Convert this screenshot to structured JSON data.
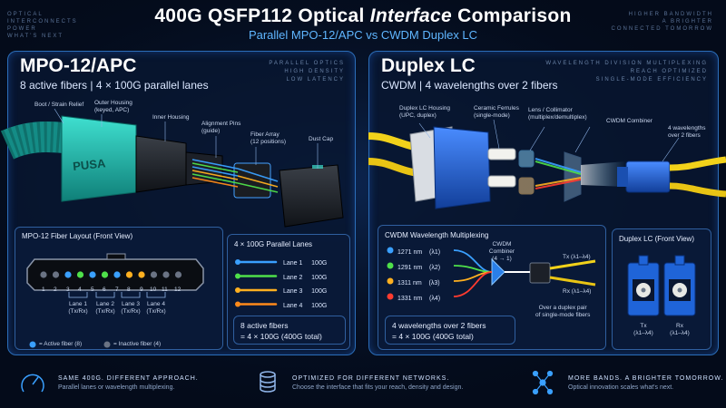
{
  "header": {
    "title_pre": "400G QSFP112 Optical ",
    "title_em": "Interface",
    "title_post": " Comparison",
    "subtitle": "Parallel MPO-12/APC vs CWDM Duplex LC",
    "corner_left": [
      "OPTICAL",
      "INTERCONNECTS",
      "POWER",
      "WHAT'S NEXT"
    ],
    "corner_right": [
      "HIGHER BANDWIDTH",
      "A BRIGHTER",
      "CONNECTED TOMORROW"
    ]
  },
  "left_panel": {
    "title": "MPO-12/APC",
    "subtitle": "8 active fibers   |   4 × 100G parallel lanes",
    "tags": [
      "PARALLEL OPTICS",
      "HIGH DENSITY",
      "LOW LATENCY"
    ],
    "callouts": {
      "boot": "Boot / Strain Relief",
      "outer_1": "Outer Housing",
      "outer_2": "(keyed, APC)",
      "inner": "Inner Housing",
      "pins_1": "Alignment Pins",
      "pins_2": "(guide)",
      "array_1": "Fiber Array",
      "array_2": "(12 positions)",
      "cap": "Dust Cap",
      "brand": "PUSA"
    },
    "layout_box": {
      "title": "MPO-12 Fiber Layout (Front View)",
      "positions": [
        "1",
        "2",
        "3",
        "4",
        "5",
        "6",
        "7",
        "8",
        "9",
        "10",
        "11",
        "12"
      ],
      "lanes": [
        {
          "name": "Lane 1",
          "dir": "(Tx/Rx)"
        },
        {
          "name": "Lane 2",
          "dir": "(Tx/Rx)"
        },
        {
          "name": "Lane 3",
          "dir": "(Tx/Rx)"
        },
        {
          "name": "Lane 4",
          "dir": "(Tx/Rx)"
        }
      ],
      "legend_active": "= Active fiber (8)",
      "legend_inactive": "= Inactive fiber (4)"
    },
    "lanes_box": {
      "title": "4 × 100G Parallel Lanes",
      "rows": [
        {
          "name": "Lane 1",
          "rate": "100G",
          "color": "#3aa0ff"
        },
        {
          "name": "Lane 2",
          "rate": "100G",
          "color": "#4fe04a"
        },
        {
          "name": "Lane 3",
          "rate": "100G",
          "color": "#ffb020"
        },
        {
          "name": "Lane 4",
          "rate": "100G",
          "color": "#ff8a1a"
        }
      ],
      "summary_1": "8 active fibers",
      "summary_2": "= 4 × 100G (400G total)"
    }
  },
  "right_panel": {
    "title": "Duplex LC",
    "subtitle": "CWDM   |   4 wavelengths over 2 fibers",
    "tags": [
      "WAVELENGTH DIVISION MULTIPLEXING",
      "REACH OPTIMIZED",
      "SINGLE-MODE EFFICIENCY"
    ],
    "callouts": {
      "housing_1": "Duplex LC Housing",
      "housing_2": "(UPC, duplex)",
      "ferrule_1": "Ceramic Ferrules",
      "ferrule_2": "(single-mode)",
      "lens_1": "Lens / Collimator",
      "lens_2": "(multiplex/demultiplex)",
      "combiner": "CWDM Combiner",
      "wave_1": "4 wavelengths",
      "wave_2": "over 2 fibers"
    },
    "cwdm_box": {
      "title": "CWDM Wavelength Multiplexing",
      "wavelengths": [
        {
          "nm": "1271 nm",
          "lambda": "(λ1)",
          "color": "#3aa0ff"
        },
        {
          "nm": "1291 nm",
          "lambda": "(λ2)",
          "color": "#4fe04a"
        },
        {
          "nm": "1311 nm",
          "lambda": "(λ3)",
          "color": "#ffb020"
        },
        {
          "nm": "1331 nm",
          "lambda": "(λ4)",
          "color": "#ff3b2f"
        }
      ],
      "combiner_1": "CWDM",
      "combiner_2": "Combiner",
      "combiner_3": "(4 → 1)",
      "tx": "Tx (λ1–λ4)",
      "rx": "Rx (λ1–λ4)",
      "note_1": "Over a duplex pair",
      "note_2": "of single-mode fibers",
      "summary_1": "4 wavelengths over 2 fibers",
      "summary_2": "= 4 × 100G (400G total)"
    },
    "front_box": {
      "title": "Duplex LC (Front View)",
      "tx": "Tx",
      "tx_sub": "(λ1–λ4)",
      "rx": "Rx",
      "rx_sub": "(λ1–λ4)"
    }
  },
  "footer": [
    {
      "icon": "speedometer-icon",
      "head": "SAME 400G. DIFFERENT APPROACH.",
      "text": "Parallel lanes or wavelength multiplexing."
    },
    {
      "icon": "database-icon",
      "head": "OPTIMIZED FOR DIFFERENT NETWORKS.",
      "text": "Choose the interface that fits your reach, density and design."
    },
    {
      "icon": "network-icon",
      "head": "MORE BANDS. A BRIGHTER TOMORROW.",
      "text": "Optical innovation scales what's next."
    }
  ],
  "colors": {
    "accent": "#2b6db8",
    "teal": "#1fb3a6",
    "fiber_yellow": "#f2d21a",
    "lc_blue": "#1f64d8"
  }
}
